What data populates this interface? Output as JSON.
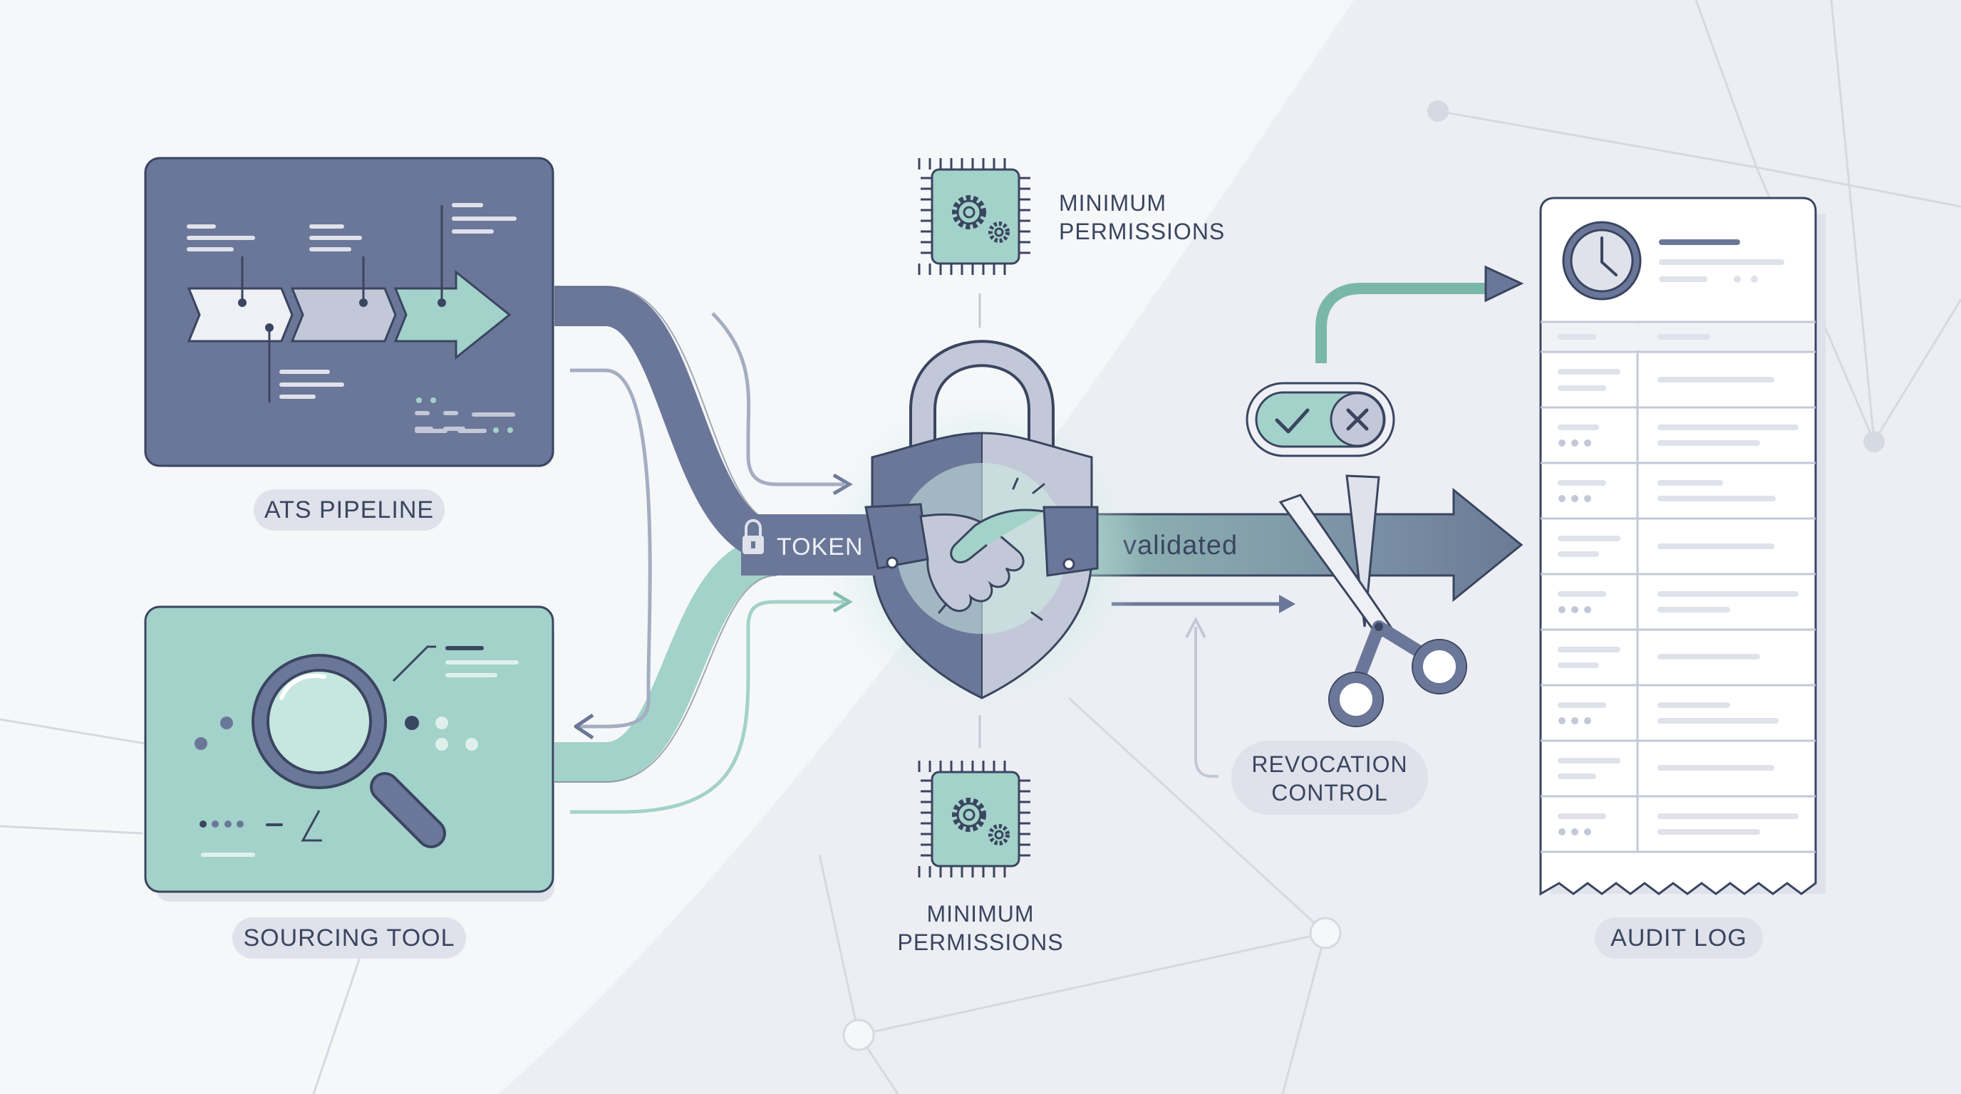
{
  "sources": {
    "ats_pipeline": {
      "label": "ATS PIPELINE"
    },
    "sourcing_tool": {
      "label": "SOURCING TOOL"
    }
  },
  "gateway": {
    "token_label": "TOKEN",
    "validated_label": "validated",
    "permissions_top": {
      "line1": "MINIMUM",
      "line2": "PERMISSIONS"
    },
    "permissions_bottom": {
      "line1": "MINIMUM",
      "line2": "PERMISSIONS"
    }
  },
  "revocation": {
    "line1": "REVOCATION",
    "line2": "CONTROL"
  },
  "audit_log": {
    "label": "AUDIT LOG"
  },
  "colors": {
    "slate": "#6b7799",
    "slate_dark": "#3a4560",
    "mint": "#a2d2c9",
    "mint_dark": "#7ab7ab",
    "pill": "#dfe2ea",
    "background": "#f6f7f9"
  }
}
